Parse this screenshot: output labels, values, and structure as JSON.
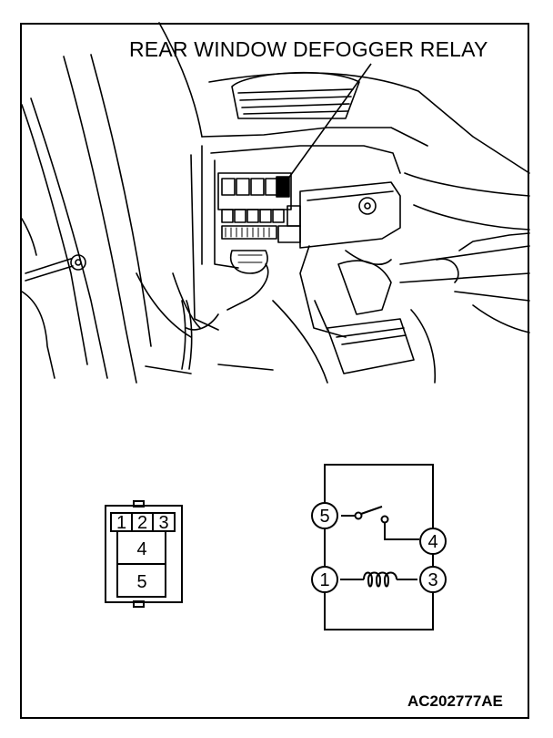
{
  "diagram": {
    "title": "REAR WINDOW DEFOGGER RELAY",
    "figure_code": "AC202777AE"
  },
  "connector": {
    "top_pins": [
      "1",
      "2",
      "3"
    ],
    "pin_4": "4",
    "pin_5": "5"
  },
  "circuit": {
    "terminals": {
      "t5": "5",
      "t4": "4",
      "t1": "1",
      "t3": "3"
    }
  }
}
